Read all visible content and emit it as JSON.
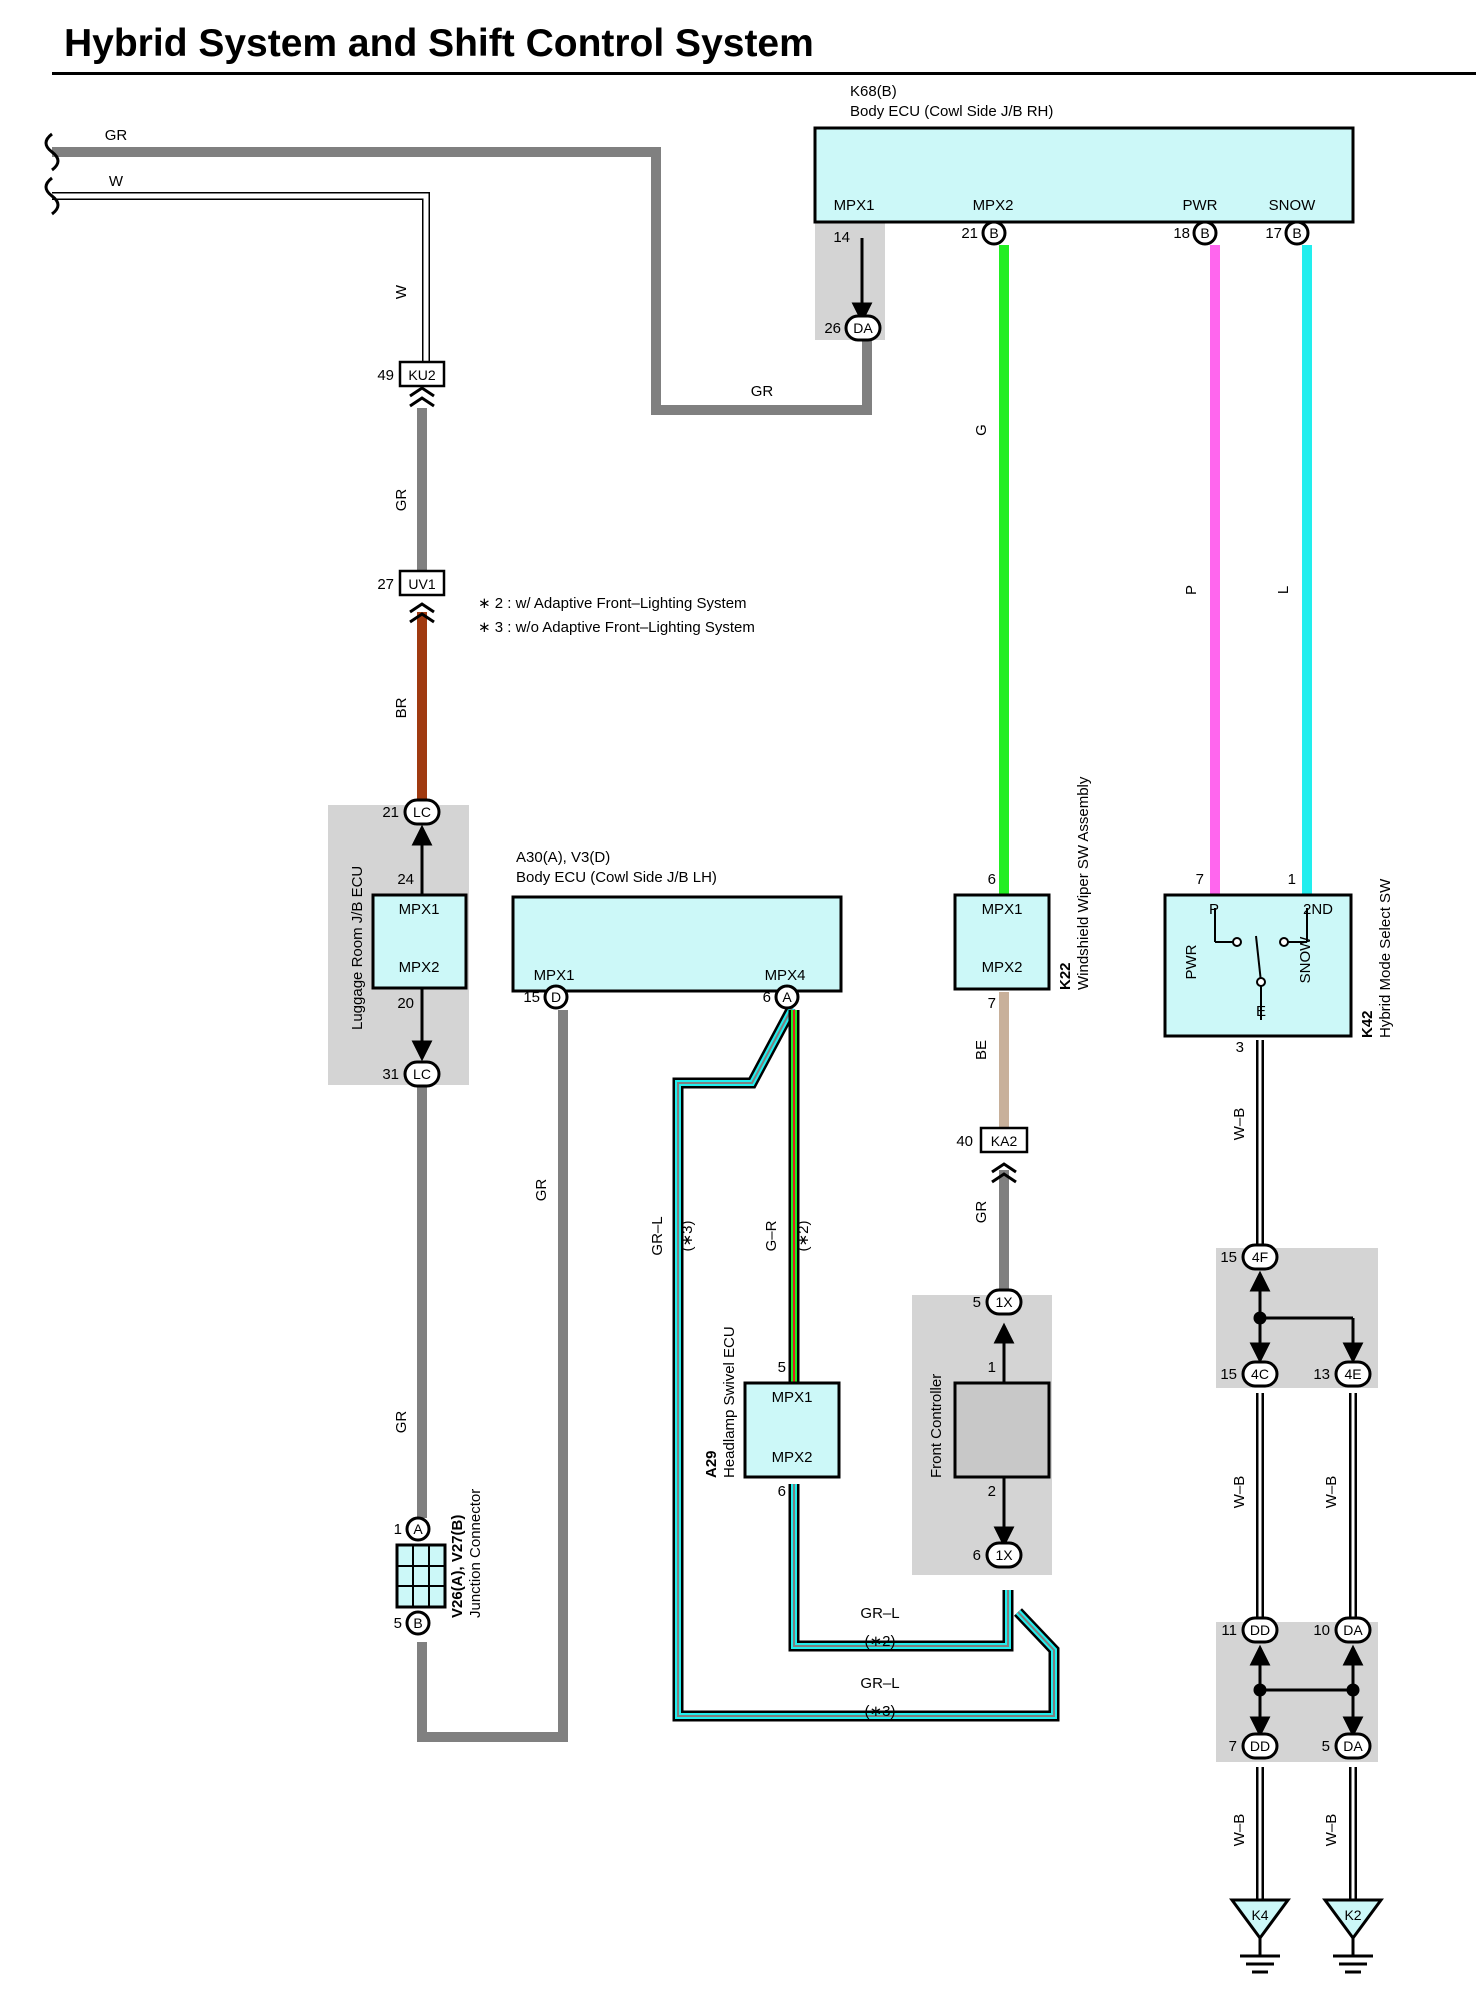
{
  "title": "Hybrid System and Shift Control System",
  "colors": {
    "GR": "#808080",
    "W": "#ffffff",
    "G": "#22ee22",
    "P": "#ff66ee",
    "L": "#22eeee",
    "BR": "#a03a10",
    "BE": "#c8b09a",
    "WB": "#000000",
    "block_fill": "#ccf8f8",
    "shade": "#d4d4d4",
    "fc_fill": "#c8c8c8"
  },
  "components": {
    "k68": {
      "code": "K68(B)",
      "name": "Body ECU (Cowl Side J/B RH)",
      "pins": {
        "mpx1": "MPX1",
        "mpx2": "MPX2",
        "pwr": "PWR",
        "snow": "SNOW"
      }
    },
    "a30": {
      "code": "A30(A), V3(D)",
      "name": "Body ECU (Cowl Side J/B LH)",
      "pins": {
        "mpx1": "MPX1",
        "mpx4": "MPX4"
      }
    },
    "luggage": {
      "name": "Luggage Room J/B ECU",
      "pins": {
        "mpx1": "MPX1",
        "mpx2": "MPX2"
      }
    },
    "k22": {
      "code": "K22",
      "name": "Windshield Wiper SW Assembly",
      "pins": {
        "mpx1": "MPX1",
        "mpx2": "MPX2"
      }
    },
    "k42": {
      "code": "K42",
      "name": "Hybrid Mode Select SW",
      "pins": {
        "p": "P",
        "2nd": "2ND",
        "pwr": "PWR",
        "snow": "SNOW",
        "e": "E"
      }
    },
    "a29": {
      "code": "A29",
      "name": "Headlamp Swivel ECU",
      "pins": {
        "mpx1": "MPX1",
        "mpx2": "MPX2"
      }
    },
    "front": {
      "name": "Front Controller"
    },
    "v26": {
      "code": "V26(A), V27(B)",
      "name": "Junction Connector"
    }
  },
  "notes": {
    "n2": "∗ 2 : w/ Adaptive Front–Lighting System",
    "n3": "∗ 3 : w/o Adaptive Front–Lighting System"
  },
  "wires": {
    "gr": "GR",
    "w": "W",
    "g": "G",
    "p": "P",
    "l": "L",
    "br": "BR",
    "be": "BE",
    "wb": "W–B",
    "grl": "GR–L",
    "gr_r": "G–R",
    "mark2": "(∗2)",
    "mark3": "(∗3)"
  },
  "connectors": {
    "ku2": "KU2",
    "uv1": "UV1",
    "lc": "LC",
    "da": "DA",
    "b": "B",
    "d": "D",
    "a": "A",
    "ka2": "KA2",
    "x1": "1X",
    "c4f": "4F",
    "c4c": "4C",
    "c4e": "4E",
    "dd": "DD",
    "k4": "K4",
    "k2": "K2"
  },
  "pins": {
    "p14": "14",
    "p21": "21",
    "p18": "18",
    "p17": "17",
    "p26": "26",
    "p49": "49",
    "p27": "27",
    "p24": "24",
    "p20": "20",
    "p31": "31",
    "p15": "15",
    "p6": "6",
    "p7": "7",
    "p1": "1",
    "p3": "3",
    "p40": "40",
    "p5": "5",
    "p2": "2",
    "p13": "13",
    "p11": "11",
    "p10": "10"
  }
}
